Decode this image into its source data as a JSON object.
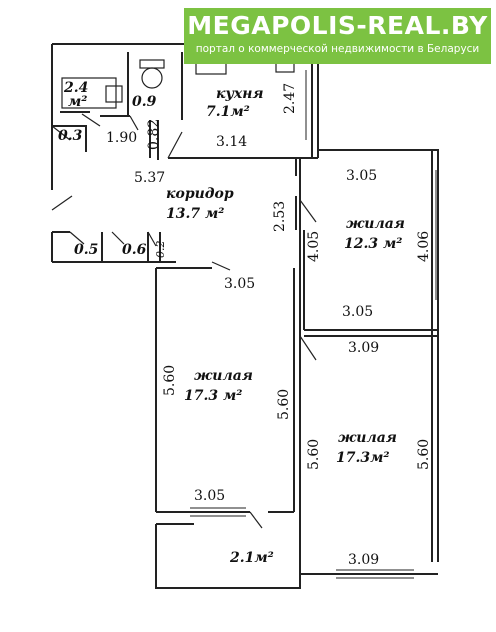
{
  "banner": {
    "title": "MEGAPOLIS-REAL.BY",
    "subtitle": "портал о коммерческой недвижимости в Беларуси",
    "color": "#7cc242"
  },
  "rooms": {
    "kitchen": {
      "name": "кухня",
      "area": "7.1м²"
    },
    "corridor": {
      "name": "коридор",
      "area": "13.7 м²"
    },
    "living_small": {
      "name": "жилая",
      "area": "12.3 м²"
    },
    "living_left": {
      "name": "жилая",
      "area": "17.3 м²"
    },
    "living_right": {
      "name": "жилая",
      "area": "17.3м²"
    },
    "bathroom": {
      "area_num": "2.4",
      "area_unit": "м²"
    },
    "wc": {
      "area": "0.9"
    },
    "closet_a": {
      "area": "0.3"
    },
    "closet_b": {
      "area": "0.5"
    },
    "closet_c": {
      "area": "0.6"
    },
    "closet_d": {
      "area": "0.2"
    },
    "balcony": {
      "area": "2.1м²"
    }
  },
  "dimensions": {
    "d_190": "1.90",
    "d_082": "0.82",
    "d_314": "3.14",
    "d_247": "2.47",
    "d_537": "5.37",
    "d_253": "2.53",
    "d_305_top_right": "3.05",
    "d_405": "4.05",
    "d_406": "4.06",
    "d_305_mid_right": "3.05",
    "d_305_mid_left": "3.05",
    "d_309_top": "3.09",
    "d_560_left_a": "5.60",
    "d_560_left_b": "5.60",
    "d_560_right_a": "5.60",
    "d_560_right_b": "5.60",
    "d_305_bottom_left": "3.05",
    "d_309_bottom": "3.09"
  }
}
